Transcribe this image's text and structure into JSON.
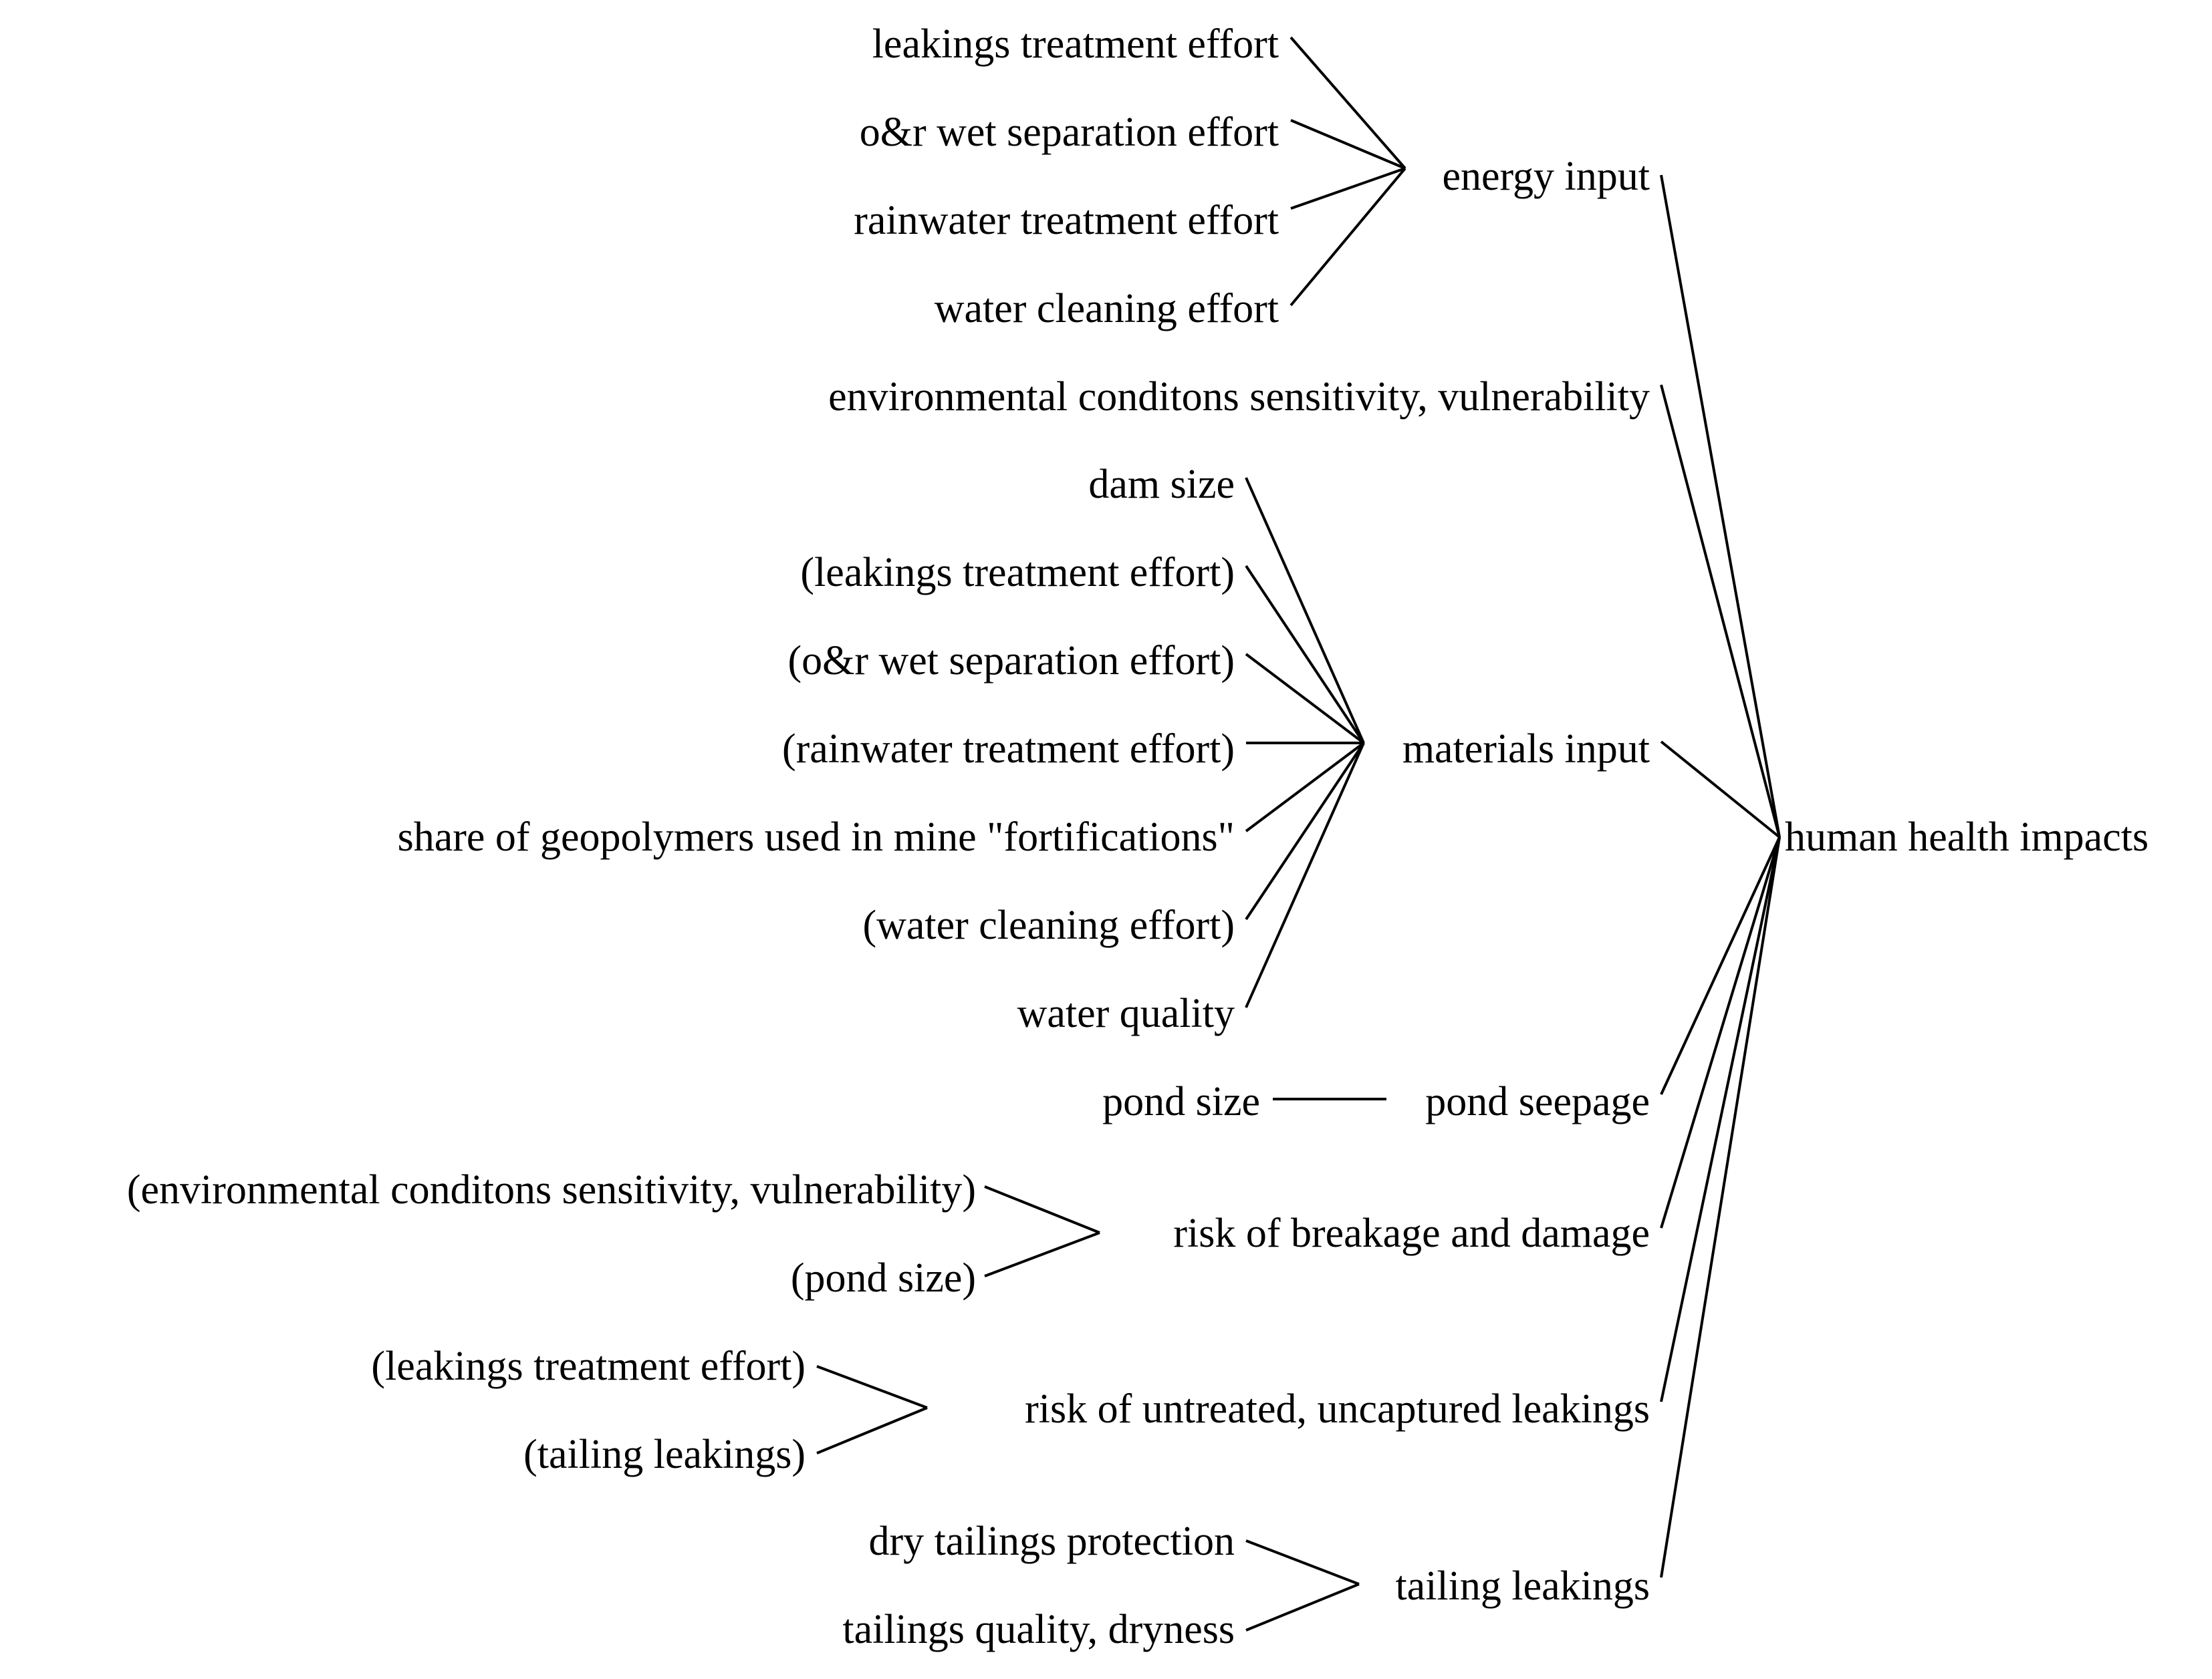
{
  "diagram": {
    "root": "human health impacts",
    "branches": [
      {
        "label": "energy input",
        "children": [
          "leakings treatment effort",
          "o&r wet separation effort",
          "rainwater treatment effort",
          "water cleaning effort"
        ]
      },
      {
        "label": "environmental conditons sensitivity, vulnerability",
        "children": []
      },
      {
        "label": "materials input",
        "children": [
          "dam size",
          "(leakings treatment effort)",
          "(o&r wet separation effort)",
          "(rainwater treatment effort)",
          "share of geopolymers used in mine \"fortifications\"",
          "(water cleaning effort)",
          "water quality"
        ]
      },
      {
        "label": "pond seepage",
        "children": [
          "pond size"
        ]
      },
      {
        "label": "risk of breakage and damage",
        "children": [
          "(environmental conditons sensitivity, vulnerability)",
          "(pond size)"
        ]
      },
      {
        "label": "risk of untreated, uncaptured leakings",
        "children": [
          "(leakings treatment effort)",
          "(tailing leakings)"
        ]
      },
      {
        "label": "tailing leakings",
        "children": [
          "dry tailings protection",
          "tailings quality, dryness"
        ]
      }
    ]
  }
}
